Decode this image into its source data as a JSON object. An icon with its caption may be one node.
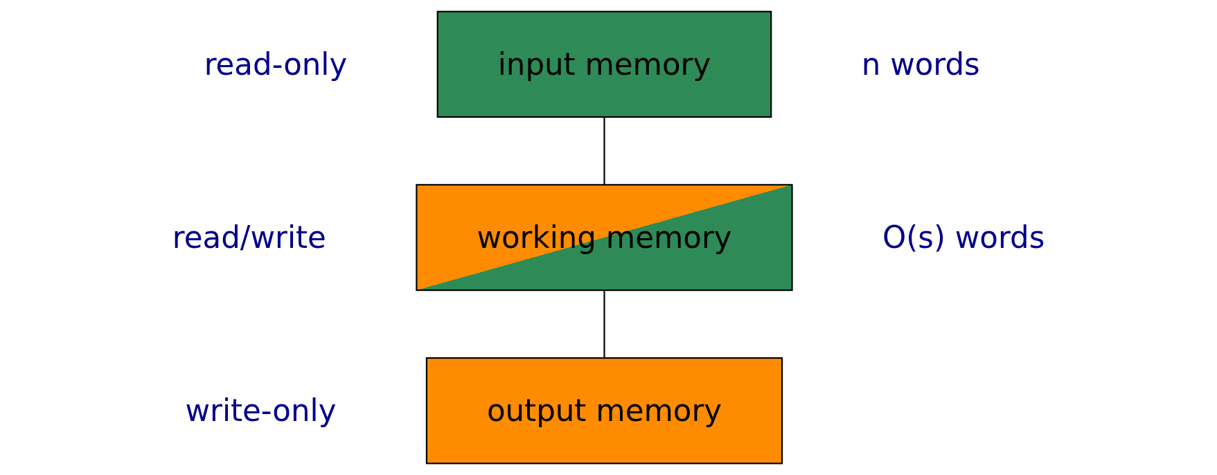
{
  "diagram": {
    "nodes": [
      {
        "text": [
          "input memory"
        ],
        "beside": [
          "read-only",
          "n words"
        ]
      },
      {
        "text": [
          "working memory"
        ],
        "beside": [
          "read/write",
          "O(s) words"
        ]
      },
      {
        "text": [
          "output memory"
        ],
        "beside": [
          "write-only"
        ]
      }
    ],
    "edges": [
      {
        "from": 0,
        "to": 1,
        "arrow": "none"
      },
      {
        "from": 1,
        "to": 2,
        "arrow": "none"
      }
    ]
  }
}
